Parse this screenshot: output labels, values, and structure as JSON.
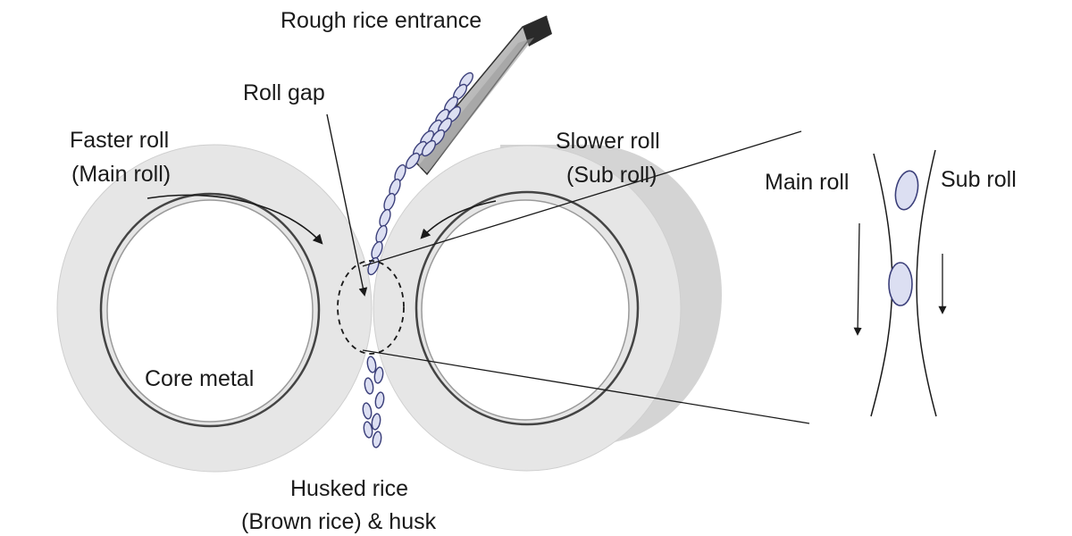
{
  "labels": {
    "rough_rice_entrance": "Rough rice entrance",
    "roll_gap": "Roll gap",
    "faster_roll": "Faster roll",
    "main_roll_paren": "(Main roll)",
    "slower_roll": "Slower roll",
    "sub_roll_paren": "(Sub roll)",
    "core_metal": "Core metal",
    "husked_rice": "Husked rice",
    "brown_rice_husk": "(Brown rice) & husk",
    "main_roll": "Main roll",
    "sub_roll": "Sub roll"
  },
  "colors": {
    "roll_face": "#e6e6e6",
    "roll_side": "#d2d2d2",
    "core_metal": "#ffffff",
    "grain_fill": "#dcdff2",
    "grain_stroke": "#3b3f7a",
    "line": "#1a1a1a"
  }
}
